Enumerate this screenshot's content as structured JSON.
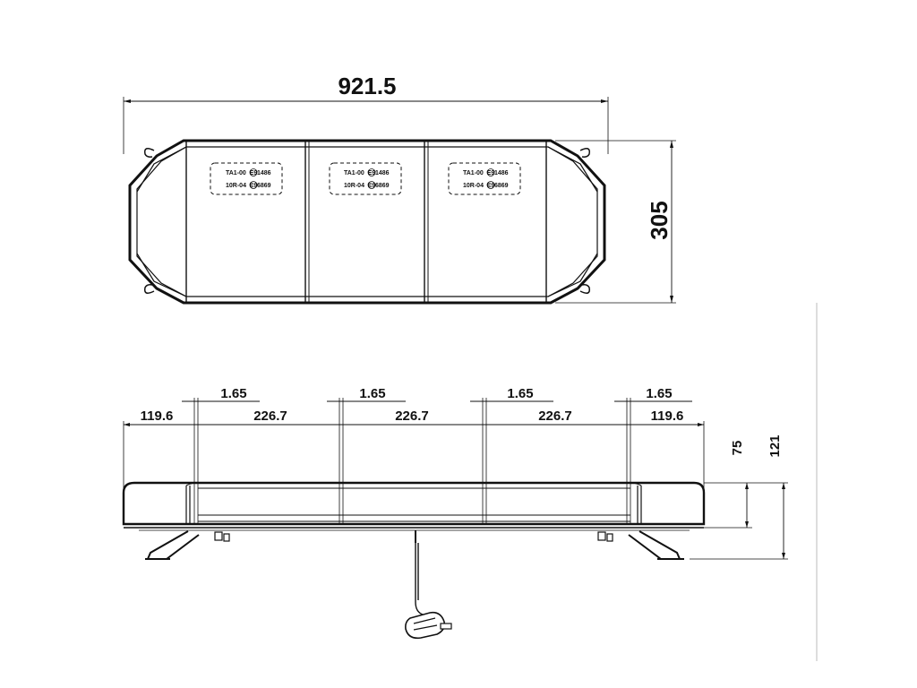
{
  "top_view": {
    "overall_width": "921.5",
    "overall_depth": "305",
    "labels": [
      {
        "line1_code": "TA1-00",
        "line1_mark": "E9",
        "line1_num": "1486",
        "line2_code": "10R-04",
        "line2_mark": "E9",
        "line2_num": "6869"
      },
      {
        "line1_code": "TA1-00",
        "line1_mark": "E9",
        "line1_num": "1486",
        "line2_code": "10R-04",
        "line2_mark": "E9",
        "line2_num": "6869"
      },
      {
        "line1_code": "TA1-00",
        "line1_mark": "E9",
        "line1_num": "1486",
        "line2_code": "10R-04",
        "line2_mark": "E9",
        "line2_num": "6869"
      }
    ]
  },
  "front_view": {
    "gaps": [
      "1.65",
      "1.65",
      "1.65",
      "1.65"
    ],
    "segments": [
      "119.6",
      "226.7",
      "226.7",
      "226.7",
      "119.6"
    ],
    "body_height": "75",
    "total_height": "121"
  },
  "colors": {
    "line": "#111111",
    "background": "#ffffff"
  }
}
